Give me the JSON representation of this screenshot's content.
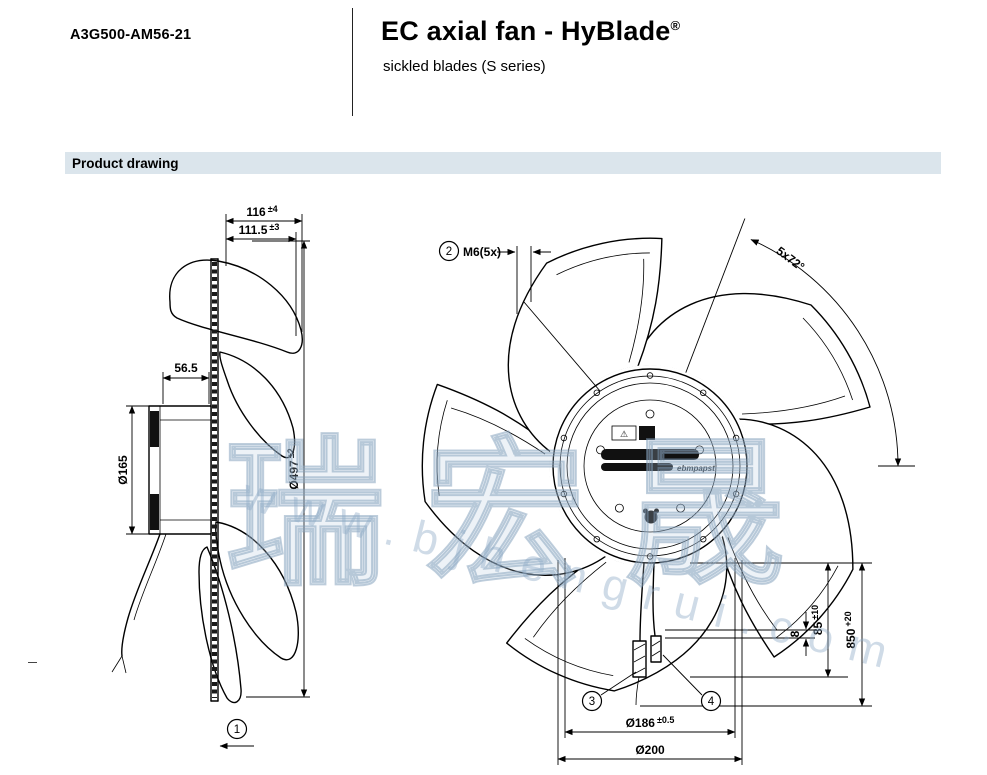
{
  "header": {
    "model": "A3G500-AM56-21",
    "title": "EC axial fan - HyBlade",
    "registered": "®",
    "subtitle": "sickled blades (S series)"
  },
  "section": {
    "title": "Product drawing"
  },
  "watermark": {
    "cjk": "瑞宏晟",
    "url": "www.bjhengrui.com"
  },
  "drawing": {
    "side": {
      "dim_depth_total": {
        "value": "116",
        "tol": "±4"
      },
      "dim_depth_blade": {
        "value": "111.5",
        "tol": "±3"
      },
      "dim_motor_depth": "56.5",
      "dim_motor_dia": "Ø165",
      "dim_fan_dia": {
        "value": "Ø497",
        "tol": "±2"
      },
      "callout_airflow": "1"
    },
    "front": {
      "callout_screw": "2",
      "screw_label": "M6(5x)",
      "angle_label": "5x72°",
      "dim_conn_gap": "8",
      "dim_conn_len": {
        "value": "85",
        "tol": "±10"
      },
      "dim_cable_len": {
        "value": "850",
        "tol": "+20"
      },
      "callout_cable_a": "3",
      "callout_cable_b": "4",
      "dim_pitch_circle": {
        "value": "Ø186",
        "tol": "±0.5"
      },
      "dim_hub_dia": "Ø200",
      "hub_brand": "ebmpapst",
      "warning_icon": "⚠"
    }
  }
}
